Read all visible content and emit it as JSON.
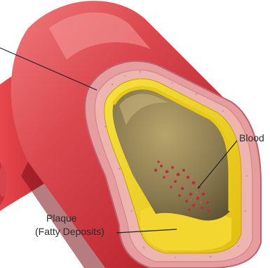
{
  "labels": {
    "blood": "Blood",
    "plaque_line1": "Plaque",
    "plaque_line2": "(Fatty Deposits)"
  },
  "colors": {
    "outer_wall": "#c8303a",
    "outer_wall_highlight": "#e86a6e",
    "outer_wall_shadow": "#8e1620",
    "wall_layer": "#e7a6a2",
    "plaque": "#f0d020",
    "lumen": "#8a7a55",
    "blood_cells": "#b83040",
    "label_text": "#2b2b2b"
  }
}
